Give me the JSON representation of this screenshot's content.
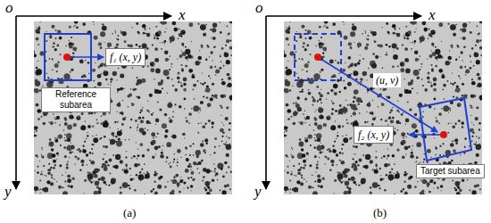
{
  "diagram": {
    "nodes": [
      {
        "text": [
          "f₁ (x, y)"
        ]
      },
      {
        "text": [
          "Reference subarea"
        ]
      },
      {
        "text": [
          "f₂ (x, y)"
        ]
      },
      {
        "text": [
          "Target subarea"
        ]
      }
    ],
    "labels": [
      "o",
      "x",
      "y",
      "o",
      "x",
      "y",
      "(u, v)",
      "(a)",
      "(b)"
    ]
  }
}
